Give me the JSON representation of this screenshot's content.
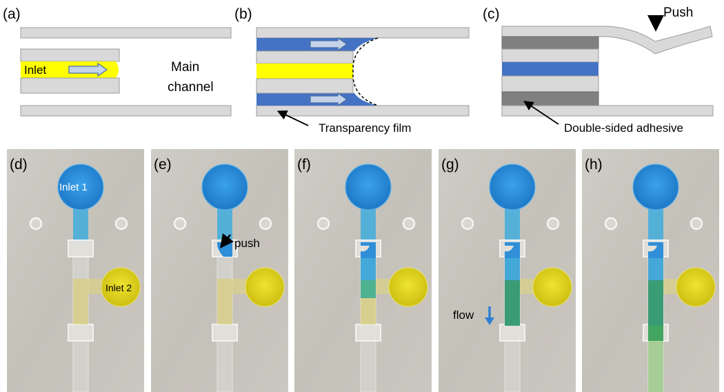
{
  "panels": {
    "a": {
      "label": "(a)",
      "inlet": "Inlet",
      "main1": "Main",
      "main2": "channel"
    },
    "b": {
      "label": "(b)",
      "annotation": "Transparency film"
    },
    "c": {
      "label": "(c)",
      "push": "Push",
      "annotation": "Double-sided adhesive"
    },
    "d": {
      "label": "(d)",
      "inlet1": "Inlet 1",
      "inlet2": "Inlet 2"
    },
    "e": {
      "label": "(e)",
      "push": "push"
    },
    "f": {
      "label": "(f)"
    },
    "g": {
      "label": "(g)",
      "flow": "flow"
    },
    "h": {
      "label": "(h)"
    }
  },
  "colors": {
    "film": "#d9d9d9",
    "film_stroke": "#9a9a9a",
    "yellow": "#ffff00",
    "blue": "#4472c4",
    "adhesive": "#808080",
    "photo_bg": "#c9c6bf",
    "blue_dye": "#2f8fd8",
    "yellow_dye": "#e3d81c",
    "green_dye": "#3fae8a"
  }
}
